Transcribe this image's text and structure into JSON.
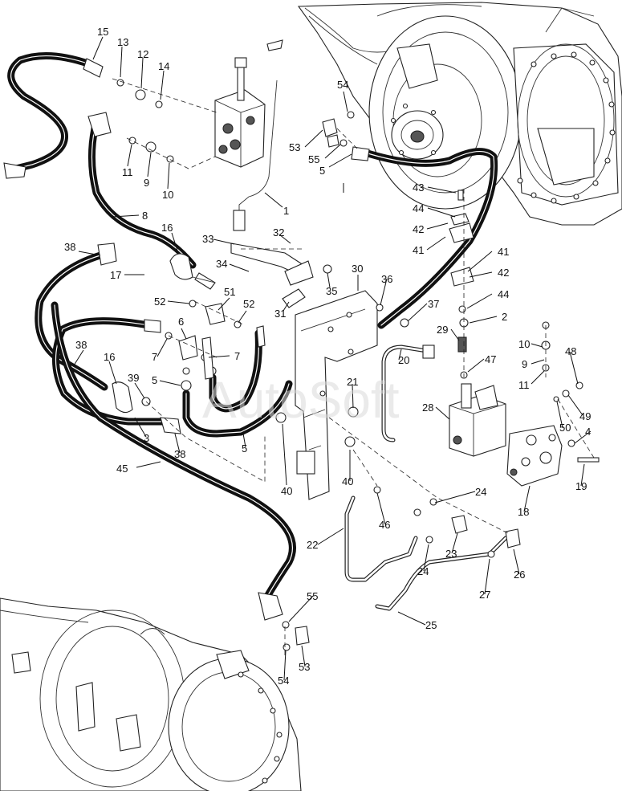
{
  "watermark": "AutoSoft",
  "callouts": [
    {
      "id": "c15a",
      "label": "15"
    },
    {
      "id": "c13",
      "label": "13"
    },
    {
      "id": "c12",
      "label": "12"
    },
    {
      "id": "c14",
      "label": "14"
    },
    {
      "id": "c11a",
      "label": "11"
    },
    {
      "id": "c9a",
      "label": "9"
    },
    {
      "id": "c10a",
      "label": "10"
    },
    {
      "id": "c1",
      "label": "1"
    },
    {
      "id": "c8",
      "label": "8"
    },
    {
      "id": "c16a",
      "label": "16"
    },
    {
      "id": "c17",
      "label": "17"
    },
    {
      "id": "c54a",
      "label": "54"
    },
    {
      "id": "c53a",
      "label": "53"
    },
    {
      "id": "c55a",
      "label": "55"
    },
    {
      "id": "c5a",
      "label": "5"
    },
    {
      "id": "c43",
      "label": "43"
    },
    {
      "id": "c44a",
      "label": "44"
    },
    {
      "id": "c42a",
      "label": "42"
    },
    {
      "id": "c41a",
      "label": "41"
    },
    {
      "id": "c32",
      "label": "32"
    },
    {
      "id": "c33",
      "label": "33"
    },
    {
      "id": "c34",
      "label": "34"
    },
    {
      "id": "c35",
      "label": "35"
    },
    {
      "id": "c30",
      "label": "30"
    },
    {
      "id": "c36",
      "label": "36"
    },
    {
      "id": "c37",
      "label": "37"
    },
    {
      "id": "c31",
      "label": "31"
    },
    {
      "id": "c38a",
      "label": "38"
    },
    {
      "id": "c52a",
      "label": "52"
    },
    {
      "id": "c51",
      "label": "51"
    },
    {
      "id": "c52b",
      "label": "52"
    },
    {
      "id": "c6",
      "label": "6"
    },
    {
      "id": "c7a",
      "label": "7"
    },
    {
      "id": "c7b",
      "label": "7"
    },
    {
      "id": "c38b",
      "label": "38"
    },
    {
      "id": "c16b",
      "label": "16"
    },
    {
      "id": "c39",
      "label": "39"
    },
    {
      "id": "c5b",
      "label": "5"
    },
    {
      "id": "c3",
      "label": "3"
    },
    {
      "id": "c38c",
      "label": "38"
    },
    {
      "id": "c5c",
      "label": "5"
    },
    {
      "id": "c40a",
      "label": "40"
    },
    {
      "id": "c40b",
      "label": "40"
    },
    {
      "id": "c45",
      "label": "45"
    },
    {
      "id": "c41b",
      "label": "41"
    },
    {
      "id": "c42b",
      "label": "42"
    },
    {
      "id": "c44b",
      "label": "44"
    },
    {
      "id": "c2",
      "label": "2"
    },
    {
      "id": "c29",
      "label": "29"
    },
    {
      "id": "c47",
      "label": "47"
    },
    {
      "id": "c10b",
      "label": "10"
    },
    {
      "id": "c9b",
      "label": "9"
    },
    {
      "id": "c11b",
      "label": "11"
    },
    {
      "id": "c48",
      "label": "48"
    },
    {
      "id": "c21",
      "label": "21"
    },
    {
      "id": "c20",
      "label": "20"
    },
    {
      "id": "c28",
      "label": "28"
    },
    {
      "id": "c49",
      "label": "49"
    },
    {
      "id": "c50",
      "label": "50"
    },
    {
      "id": "c4",
      "label": "4"
    },
    {
      "id": "c19",
      "label": "19"
    },
    {
      "id": "c18",
      "label": "18"
    },
    {
      "id": "c24a",
      "label": "24"
    },
    {
      "id": "c46",
      "label": "46"
    },
    {
      "id": "c22",
      "label": "22"
    },
    {
      "id": "c23",
      "label": "23"
    },
    {
      "id": "c24b",
      "label": "24"
    },
    {
      "id": "c26",
      "label": "26"
    },
    {
      "id": "c27",
      "label": "27"
    },
    {
      "id": "c25",
      "label": "25"
    },
    {
      "id": "c55b",
      "label": "55"
    },
    {
      "id": "c54b",
      "label": "54"
    },
    {
      "id": "c53b",
      "label": "53"
    }
  ]
}
